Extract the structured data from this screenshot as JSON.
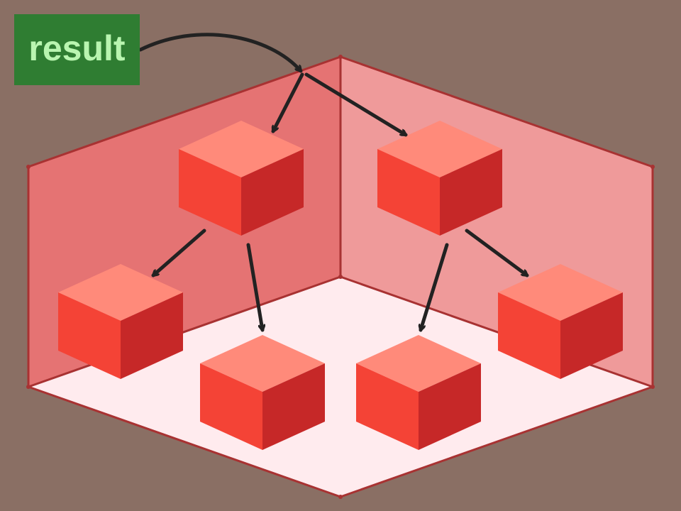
{
  "label": {
    "text": "result"
  },
  "colors": {
    "background": "#8a6f64",
    "label_fill": "#2f7d32",
    "label_text": "#b9f5b0",
    "wall_left": "#e57373",
    "wall_right": "#ef9a9a",
    "floor": "#ffebee",
    "box_edge": "#a83232",
    "cube_top": "#ff8a7a",
    "cube_left": "#f44336",
    "cube_right": "#c62828",
    "arrow": "#222222"
  },
  "diagram": {
    "container": "box",
    "nodes": [
      "cube-1",
      "cube-2",
      "cube-3",
      "cube-4",
      "cube-5",
      "cube-6"
    ],
    "edges": [
      {
        "from": "result",
        "to": "box"
      },
      {
        "from": "box",
        "to": "cube-1"
      },
      {
        "from": "box",
        "to": "cube-2"
      },
      {
        "from": "cube-1",
        "to": "cube-3"
      },
      {
        "from": "cube-1",
        "to": "cube-4"
      },
      {
        "from": "cube-2",
        "to": "cube-5"
      },
      {
        "from": "cube-2",
        "to": "cube-6"
      }
    ]
  }
}
